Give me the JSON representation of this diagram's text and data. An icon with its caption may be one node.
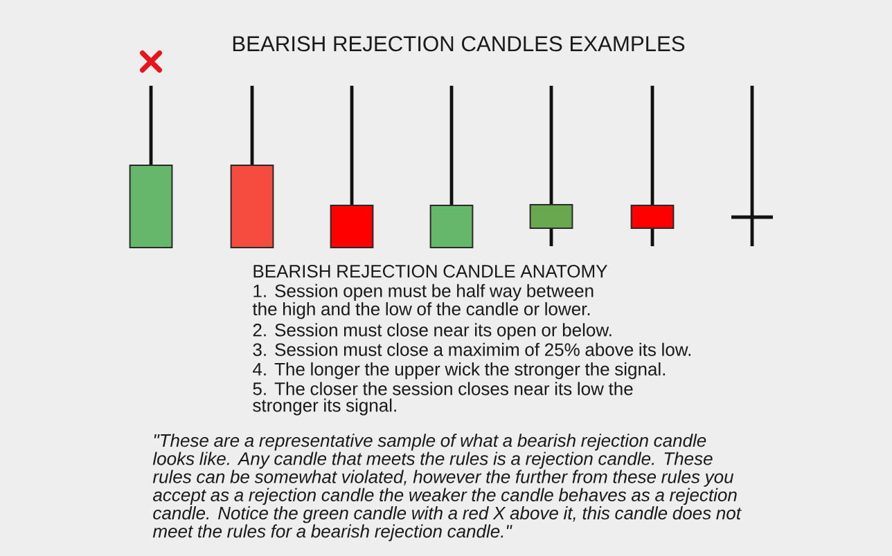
{
  "diagram": {
    "title": "BEARISH REJECTION CANDLES EXAMPLES",
    "labels": [
      "BEARISH REJECTION CANDLE ANATOMY",
      "1. Session open must be half way between the high and the low of the candle or lower.",
      "2. Session must close near its open or below.",
      "3. Session must close a maximim of 25% above its low.",
      "4. The longer the upper wick the stronger the signal.",
      "5. The closer the session closes near its low the stronger its signal.",
      "\"These are a representative sample of what a bearish rejection candle looks like. Any candle that meets the rules is a rejection candle. These rules can be somewhat violated, however the further from these rules you accept as a rejection candle the weaker the candle behaves as a rejection candle. Notice the green candle with a red X above it, this candle does not meet the rules for a bearish rejection candle.\""
    ]
  }
}
